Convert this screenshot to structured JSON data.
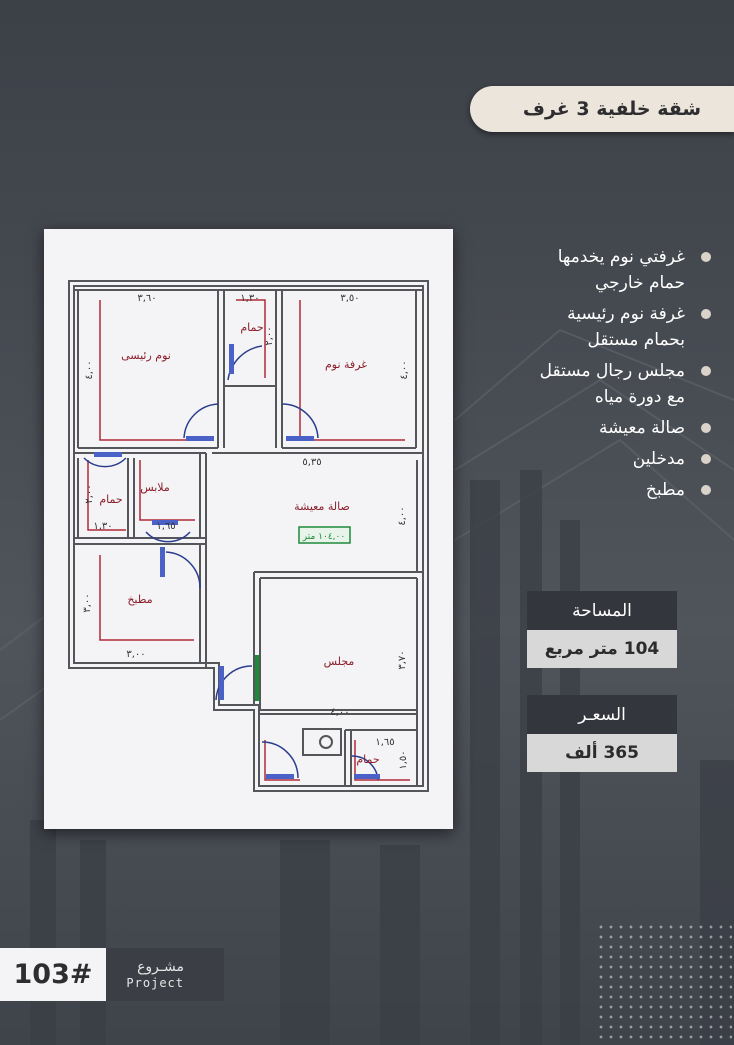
{
  "title": "شقة خلفية 3 غرف",
  "features": [
    {
      "line1": "غرفتي نوم يخدمها",
      "line2": "حمام خارجي"
    },
    {
      "line1": "غرفة نوم رئيسية",
      "line2": "بحمام مستقل"
    },
    {
      "line1": "مجلس رجال مستقل",
      "line2": "مع دورة مياه"
    },
    {
      "line1": "صالة معيشة",
      "line2": ""
    },
    {
      "line1": "مدخلين",
      "line2": ""
    },
    {
      "line1": "مطبخ",
      "line2": ""
    }
  ],
  "area": {
    "label": "المساحة",
    "value": "104 متر مربع"
  },
  "price": {
    "label": "السعـر",
    "value": "365 ألف"
  },
  "project": {
    "number": "103#",
    "label_ar": "مشـروع",
    "label_en": "Project"
  },
  "plan": {
    "rooms": {
      "master_bedroom": "نوم رئيسى",
      "bedroom": "غرفة نوم",
      "bathroom_top": "حمام",
      "closet": "ملابس",
      "bathroom_left": "حمام",
      "living": "صالة معيشة",
      "area_tag": "١٠٤,٠٠ متر",
      "kitchen": "مطبخ",
      "majlis": "مجلس",
      "bathroom_bottom": "حمام"
    },
    "dimensions": {
      "master_width": "٣,٦٠",
      "bath_top_width": "١,٣٠",
      "bedroom_width": "٣,٥٠",
      "living_width": "٥,٣٥",
      "bath_left_width": "١,٣٠",
      "closet_width": "١,٦٥",
      "kitchen_width": "٣,٠٠",
      "majlis_width": "٤,٠٠",
      "bath_bottom_width": "١,٦٥",
      "master_height": "٤,٠٠",
      "bedroom_height": "٤,٠٠",
      "bath_top_height": "٢,٠٠",
      "bath_left_height": "٢,٠٠",
      "living_height": "٤,٠٠",
      "kitchen_height": "٣,٠٠",
      "majlis_height": "٣,٧٠",
      "bath_bottom_height": "١,٥٠"
    }
  },
  "colors": {
    "wall": "#55565a",
    "dimension": "#8b1d2a",
    "door": "#2b3d8f",
    "area_tag": "#1d8a3a"
  }
}
